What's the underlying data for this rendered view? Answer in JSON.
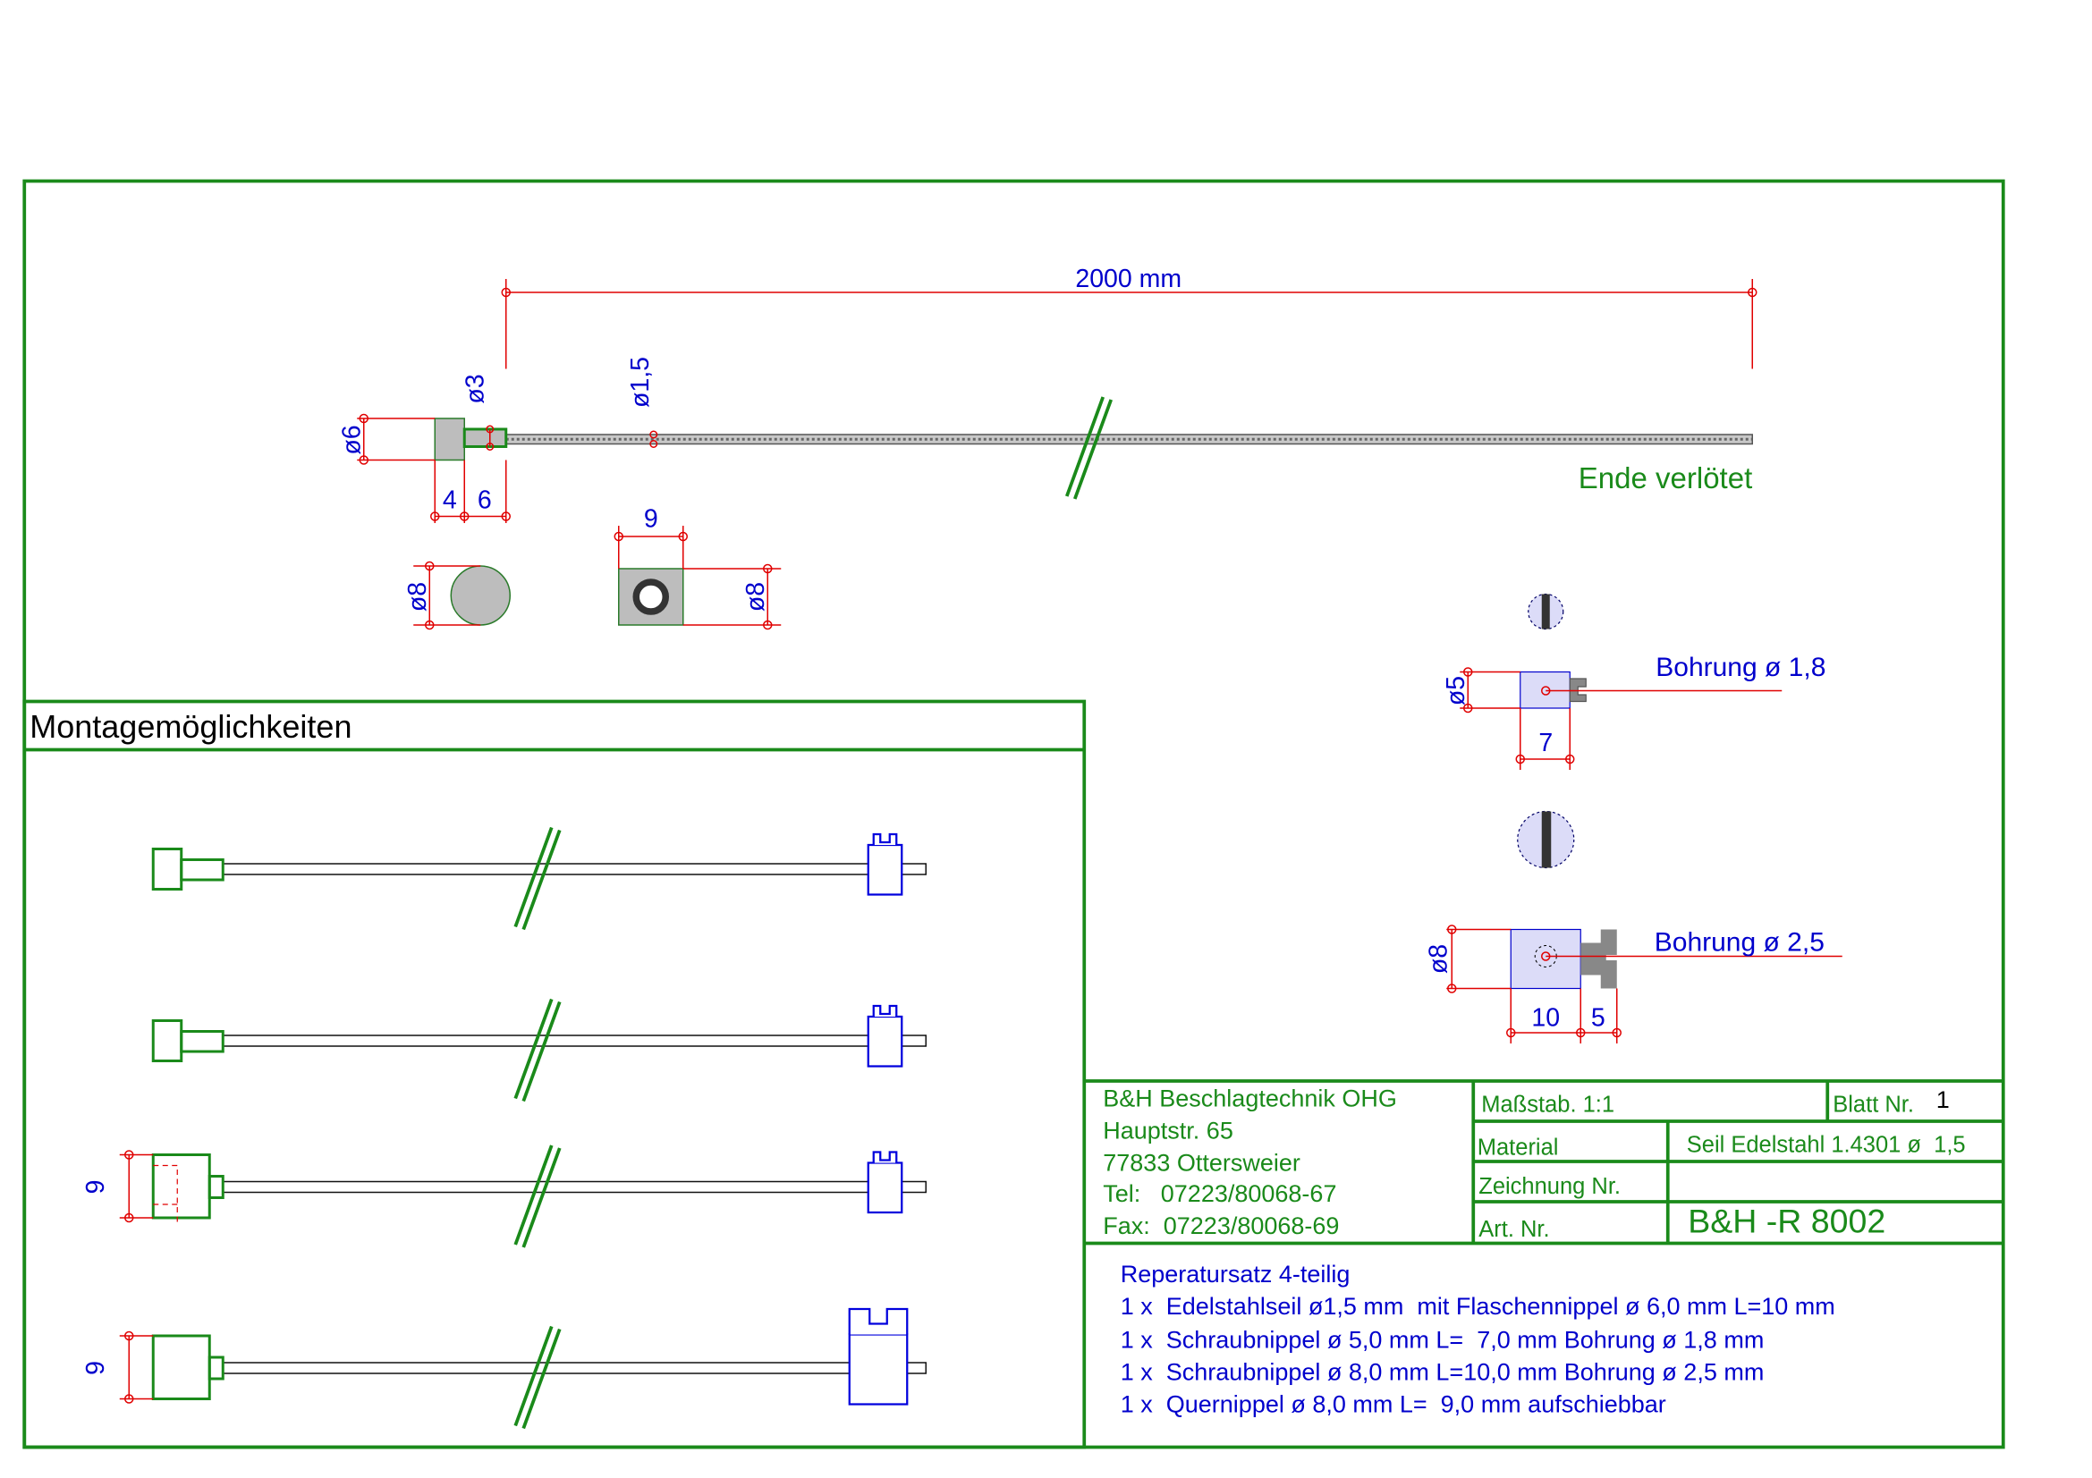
{
  "drawing": {
    "overall_length": "2000 mm",
    "cable_diameter": "ø1,5",
    "flange_head_diameter": "ø6",
    "flange_shank_diameter": "ø3",
    "flange_head_length": "4",
    "flange_shank_length": "6",
    "end_note": "Ende verlötet",
    "round_view_diameter": "ø8",
    "cross_nipple_length": "9",
    "cross_nipple_diameter": "ø8",
    "small_screw_diameter": "ø5",
    "small_screw_length": "7",
    "small_screw_bore": "Bohrung ø 1,8",
    "large_screw_diameter": "ø8",
    "large_screw_length": "10",
    "large_screw_head_length": "5",
    "large_screw_bore": "Bohrung ø 2,5"
  },
  "montage": {
    "title": "Montagemöglichkeiten",
    "row3_dim": "9",
    "row4_dim": "9"
  },
  "title_block": {
    "company": [
      "B&H Beschlagtechnik OHG",
      "Hauptstr. 65",
      "77833 Ottersweier",
      "Tel:   07223/80068-67",
      "Fax:  07223/80068-69"
    ],
    "scale_label": "Maßstab. 1:1",
    "sheet_label": "Blatt Nr.",
    "sheet_value": "1",
    "material_label": "Material",
    "material_value": "Seil Edelstahl 1.4301 ø  1,5",
    "drawing_no_label": "Zeichnung Nr.",
    "drawing_no_value": "",
    "article_label": "Art. Nr.",
    "article_value": "B&H -R 8002"
  },
  "description": [
    "Reperatursatz 4-teilig",
    "1 x  Edelstahlseil ø1,5 mm  mit Flaschennippel ø 6,0 mm L=10 mm",
    "1 x  Schraubnippel ø 5,0 mm L=  7,0 mm Bohrung ø 1,8 mm",
    "1 x  Schraubnippel ø 8,0 mm L=10,0 mm Bohrung ø 2,5 mm",
    "1 x  Quernippel ø 8,0 mm L=  9,0 mm aufschiebbar"
  ],
  "colors": {
    "frame": "#1a8a1a",
    "dimension": "#e00000",
    "text": "#0000cc"
  }
}
